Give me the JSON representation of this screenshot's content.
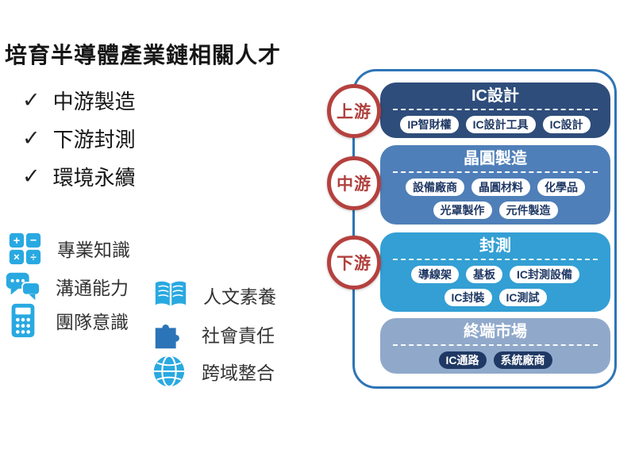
{
  "title": "培育半導體產業鏈相關人才",
  "checklist": {
    "glyph": "✓",
    "items": [
      {
        "label": "中游製造"
      },
      {
        "label": "下游封測"
      },
      {
        "label": "環境永續"
      }
    ]
  },
  "skills": {
    "column1": [
      {
        "icon": "math-operations-icon",
        "label": "專業知識"
      },
      {
        "icon": "chat-bubbles-icon",
        "label": "溝通能力"
      },
      {
        "icon": "calculator-icon",
        "label": "團隊意識"
      }
    ],
    "column2": [
      {
        "icon": "open-book-icon",
        "label": "人文素養"
      },
      {
        "icon": "puzzle-icon",
        "label": "社會責任"
      },
      {
        "icon": "globe-icon",
        "label": "跨域整合"
      }
    ]
  },
  "supply_chain": {
    "badges": [
      {
        "label": "上游"
      },
      {
        "label": "中游"
      },
      {
        "label": "下游"
      }
    ],
    "boxes": [
      {
        "title": "IC設計",
        "color": "#2E4D7B",
        "rows": [
          [
            "IP智財權",
            "IC設計工具",
            "IC設計"
          ]
        ]
      },
      {
        "title": "晶圓製造",
        "color": "#4F7FB8",
        "rows": [
          [
            "設備廠商",
            "晶圓材料",
            "化學品"
          ],
          [
            "光罩製作",
            "元件製造"
          ]
        ]
      },
      {
        "title": "封測",
        "color": "#339FD4",
        "rows": [
          [
            "導線架",
            "基板",
            "IC封測設備"
          ],
          [
            "IC封裝",
            "IC測試"
          ]
        ]
      },
      {
        "title": "終端市場",
        "color": "#90A9CB",
        "rows": [
          [
            "IC通路",
            "系統廠商"
          ]
        ]
      }
    ]
  },
  "colors": {
    "container_border": "#2E74B6",
    "badge_red": "#B5413E",
    "tag_text_navy": "#1F3864",
    "dark_tag_bg": "#1F3864",
    "icon_cyan": "#29A9E1",
    "icon_blue": "#2B74B8"
  }
}
